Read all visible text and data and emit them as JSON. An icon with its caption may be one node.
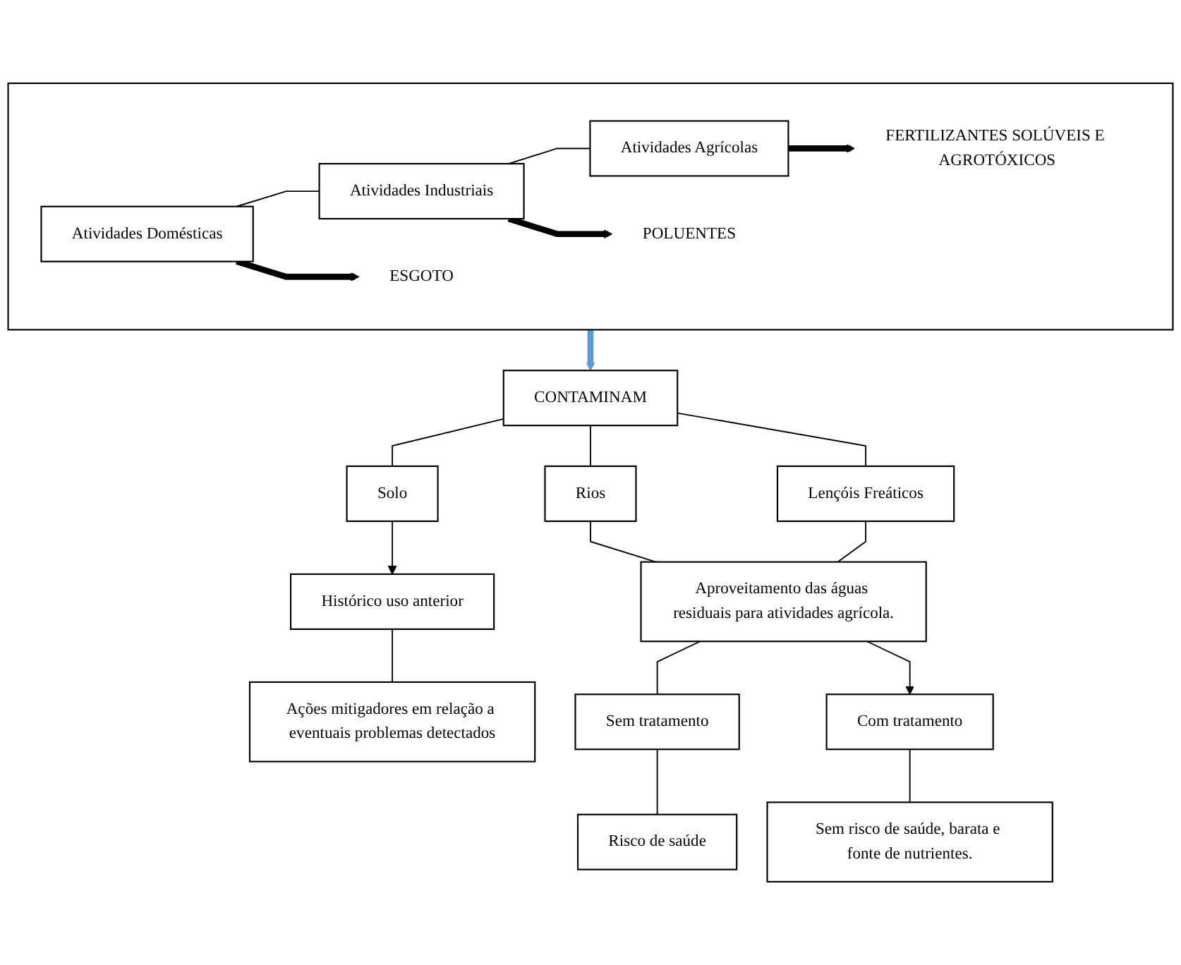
{
  "diagram": {
    "nodes": [
      {
        "text": [],
        "shape": "box"
      },
      {
        "text": [
          "Atividades Domésticas"
        ],
        "in": 0
      },
      {
        "text": [
          "Atividades Industriais"
        ],
        "in": 0
      },
      {
        "text": [
          "Atividades Agrícolas"
        ],
        "in": 0
      },
      {
        "text": [
          "ESGOTO"
        ],
        "in": 0
      },
      {
        "text": [
          "POLUENTES"
        ],
        "in": 0
      },
      {
        "text": [
          "FERTILIZANTES SOLÚVEIS E AGROTÓXICOS"
        ],
        "in": 0
      },
      {
        "text": [
          "CONTAMINAM"
        ]
      },
      {
        "text": [
          "Solo"
        ]
      },
      {
        "text": [
          "Rios"
        ]
      },
      {
        "text": [
          "Lençóis Freáticos"
        ]
      },
      {
        "text": [
          "Aproveitamento das águas residuais para atividades agrícola."
        ]
      },
      {
        "text": [
          "Histórico uso anterior"
        ]
      },
      {
        "text": [
          "Ações mitigadores em relação a eventuais problemas detectados"
        ]
      },
      {
        "text": [
          "Sem tratamento"
        ]
      },
      {
        "text": [
          "Com tratamento"
        ]
      },
      {
        "text": [
          "Risco de saúde"
        ]
      },
      {
        "text": [
          "Sem risco de saúde, barata e fonte de nutrientes."
        ]
      }
    ],
    "edges": [
      {
        "from": 1,
        "to": 2,
        "arrow": "none"
      },
      {
        "from": 2,
        "to": 3,
        "arrow": "none"
      },
      {
        "from": 1,
        "to": 4,
        "arrow": "to",
        "style": "thick"
      },
      {
        "from": 2,
        "to": 5,
        "arrow": "to",
        "style": "thick"
      },
      {
        "from": 3,
        "to": 6,
        "arrow": "to",
        "style": "thick"
      },
      {
        "from": 0,
        "to": 7,
        "arrow": "to",
        "style": "thick",
        "color": "#5b9bd5"
      },
      {
        "from": 7,
        "to": 8,
        "arrow": "none"
      },
      {
        "from": 7,
        "to": 9,
        "arrow": "none"
      },
      {
        "from": 7,
        "to": 10,
        "arrow": "none"
      },
      {
        "from": 8,
        "to": 12,
        "arrow": "to"
      },
      {
        "from": 9,
        "to": 11,
        "arrow": "none"
      },
      {
        "from": 10,
        "to": 11,
        "arrow": "none"
      },
      {
        "from": 12,
        "to": 13,
        "arrow": "none"
      },
      {
        "from": 11,
        "to": 14,
        "arrow": "none"
      },
      {
        "from": 11,
        "to": 15,
        "arrow": "to"
      },
      {
        "from": 14,
        "to": 16,
        "arrow": "none"
      },
      {
        "from": 15,
        "to": 17,
        "arrow": "none"
      }
    ]
  }
}
